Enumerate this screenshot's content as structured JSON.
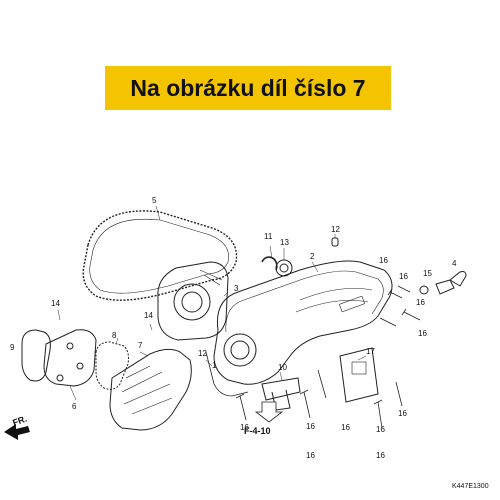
{
  "banner": {
    "text": "Na obrázku díl číslo 7",
    "color": "#f5c400"
  },
  "callouts": [
    {
      "id": "c5",
      "label": "5"
    },
    {
      "id": "c11",
      "label": "11"
    },
    {
      "id": "c13",
      "label": "13"
    },
    {
      "id": "c12a",
      "label": "12"
    },
    {
      "id": "c2",
      "label": "2"
    },
    {
      "id": "c3",
      "label": "3"
    },
    {
      "id": "c16a",
      "label": "16"
    },
    {
      "id": "c16b",
      "label": "16"
    },
    {
      "id": "c15",
      "label": "15"
    },
    {
      "id": "c4",
      "label": "4"
    },
    {
      "id": "c16c",
      "label": "16"
    },
    {
      "id": "c16d",
      "label": "16"
    },
    {
      "id": "c14",
      "label": "14"
    },
    {
      "id": "c14b",
      "label": "14"
    },
    {
      "id": "c9",
      "label": "9"
    },
    {
      "id": "c8",
      "label": "8"
    },
    {
      "id": "c7",
      "label": "7"
    },
    {
      "id": "c12b",
      "label": "12"
    },
    {
      "id": "c1",
      "label": "1"
    },
    {
      "id": "c10",
      "label": "10"
    },
    {
      "id": "c17",
      "label": "17"
    },
    {
      "id": "c6",
      "label": "6"
    },
    {
      "id": "c16e",
      "label": "16"
    },
    {
      "id": "c16f",
      "label": "16"
    },
    {
      "id": "c16g",
      "label": "16"
    },
    {
      "id": "c16h",
      "label": "16"
    },
    {
      "id": "c16i",
      "label": "16"
    },
    {
      "id": "c16j",
      "label": "16"
    },
    {
      "id": "c16k",
      "label": "16"
    }
  ],
  "section_ref": "F-4-10",
  "direction_label": "FR.",
  "diagram_code": "K447E1300"
}
